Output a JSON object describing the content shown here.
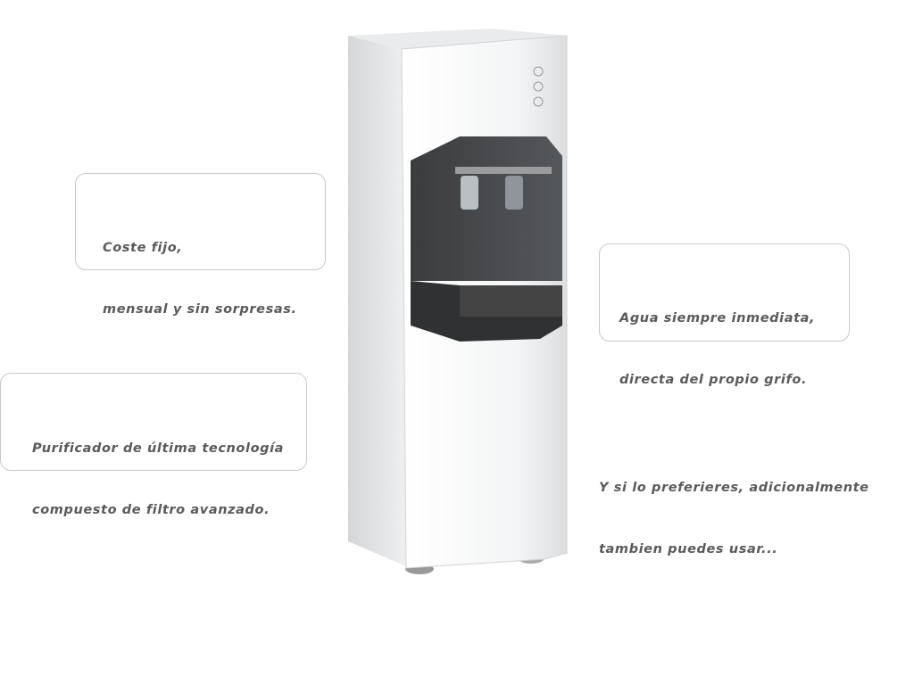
{
  "features": [
    {
      "lines": [
        "Coste fijo,",
        "mensual y sin sorpresas."
      ]
    },
    {
      "lines": [
        "Agua siempre inmediata,",
        "directa del propio grifo."
      ]
    },
    {
      "lines": [
        "Purificador de última tecnología",
        "compuesto de filtro avanzado."
      ]
    }
  ],
  "extra": {
    "lines": [
      "Y si lo preferieres, adicionalmente",
      "tambien puedes usar..."
    ]
  },
  "product": {
    "icon": "water-dispenser"
  }
}
